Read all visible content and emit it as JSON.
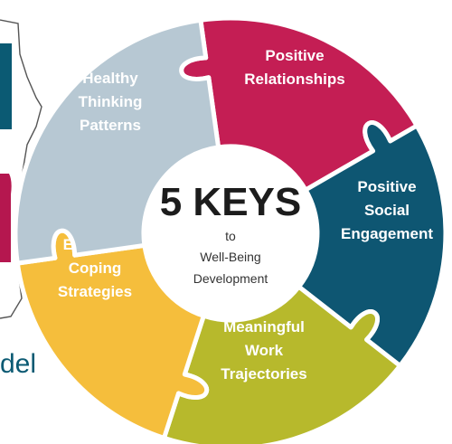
{
  "background_fragment": {
    "text": "del",
    "colors": {
      "teal_block": "#0b5a73",
      "magenta_block": "#b5174f",
      "outline": "#555555"
    }
  },
  "center": {
    "title": "5 KEYS",
    "subtitle_lines": [
      "to",
      "Well-Being",
      "Development"
    ]
  },
  "keys": [
    {
      "id": "positive-relationships",
      "lines": [
        "Positive",
        "Relationships"
      ],
      "color": "#c41e54"
    },
    {
      "id": "positive-social-engagement",
      "lines": [
        "Positive",
        "Social",
        "Engagement"
      ],
      "color": "#0e5672"
    },
    {
      "id": "meaningful-work-trajectories",
      "lines": [
        "Meaningful",
        "Work",
        "Trajectories"
      ],
      "color": "#b7b92c"
    },
    {
      "id": "effective-coping-strategies",
      "lines": [
        "Effective",
        "Coping",
        "Strategies"
      ],
      "color": "#f5be3c"
    },
    {
      "id": "healthy-thinking-patterns",
      "lines": [
        "Healthy",
        "Thinking",
        "Patterns"
      ],
      "color": "#b7c8d3"
    }
  ]
}
